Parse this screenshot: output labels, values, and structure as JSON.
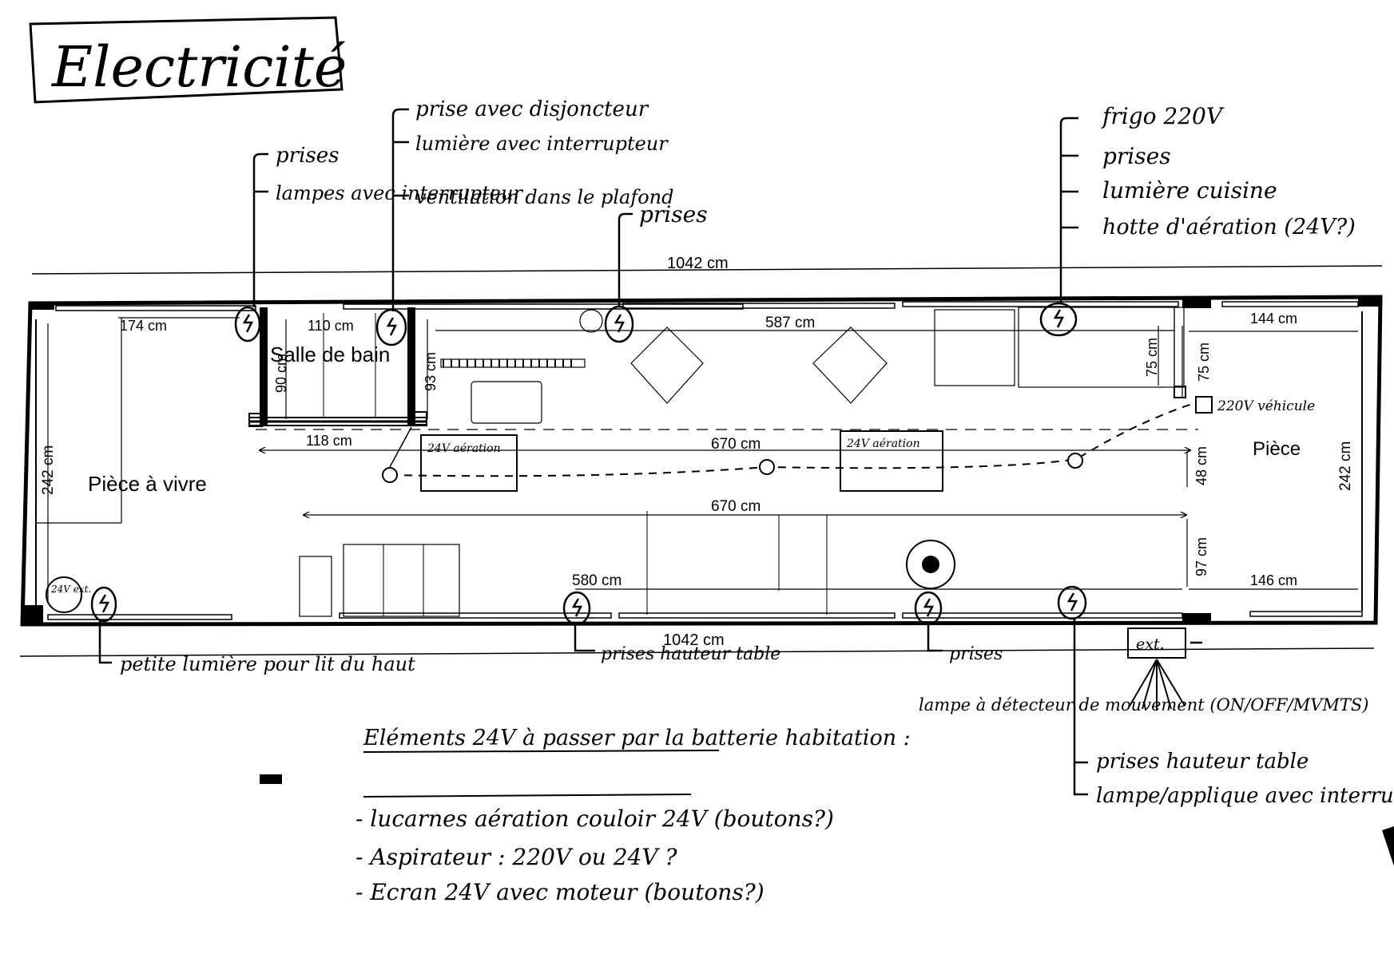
{
  "title": "Electricité",
  "dimensions": {
    "overall_top": "1042 cm",
    "overall_bottom": "1042 cm",
    "left_room": "174 cm",
    "bath_width": "110 cm",
    "kitchen": "587 cm",
    "right_room_top": "144 cm",
    "right_room_bottom": "146 cm",
    "bath_height": "90 cm",
    "bath_depth": "93 cm",
    "bath_outer": "118 cm",
    "corridor_upper": "670 cm",
    "corridor_lower": "670 cm",
    "height_left": "242 cm",
    "height_right": "242 cm",
    "counter_a": "75 cm",
    "counter_b": "75 cm",
    "mid_gap": "48 cm",
    "lower_gap": "97 cm",
    "bottom_run": "580 cm"
  },
  "rooms": {
    "living": "Pièce à vivre",
    "bathroom": "Salle de bain",
    "room": "Pièce"
  },
  "fixtures": {
    "vent_left": "24V aération",
    "vent_right": "24V aération",
    "outlet_right": "220V véhicule",
    "ext": "ext.",
    "lamp_24v": "24V ext."
  },
  "annotations": {
    "group1": [
      "prises",
      "lampes avec interrupteur"
    ],
    "group2": [
      "prise avec disjoncteur",
      "lumière avec interrupteur",
      "ventilation dans le plafond"
    ],
    "group3": [
      "prises"
    ],
    "group4": [
      "frigo 220V",
      "prises",
      "lumière cuisine",
      "hotte d'aération (24V?)"
    ],
    "bottom_left": "petite lumière pour lit du haut",
    "bottom_mid": "prises hauteur table",
    "bottom_mid2": "prises",
    "bottom_right_lamp": "lampe à détecteur de mouvement (ON/OFF/MVMTS)",
    "bottom_right": [
      "prises hauteur table",
      "lampe/applique avec interrupteur"
    ]
  },
  "notes": {
    "heading": "Eléments 24V à passer par la batterie habitation :",
    "items": [
      "- lucarnes aération couloir 24V (boutons?)",
      "- Aspirateur : 220V ou 24V ?",
      "- Ecran 24V avec moteur (boutons?)"
    ]
  }
}
